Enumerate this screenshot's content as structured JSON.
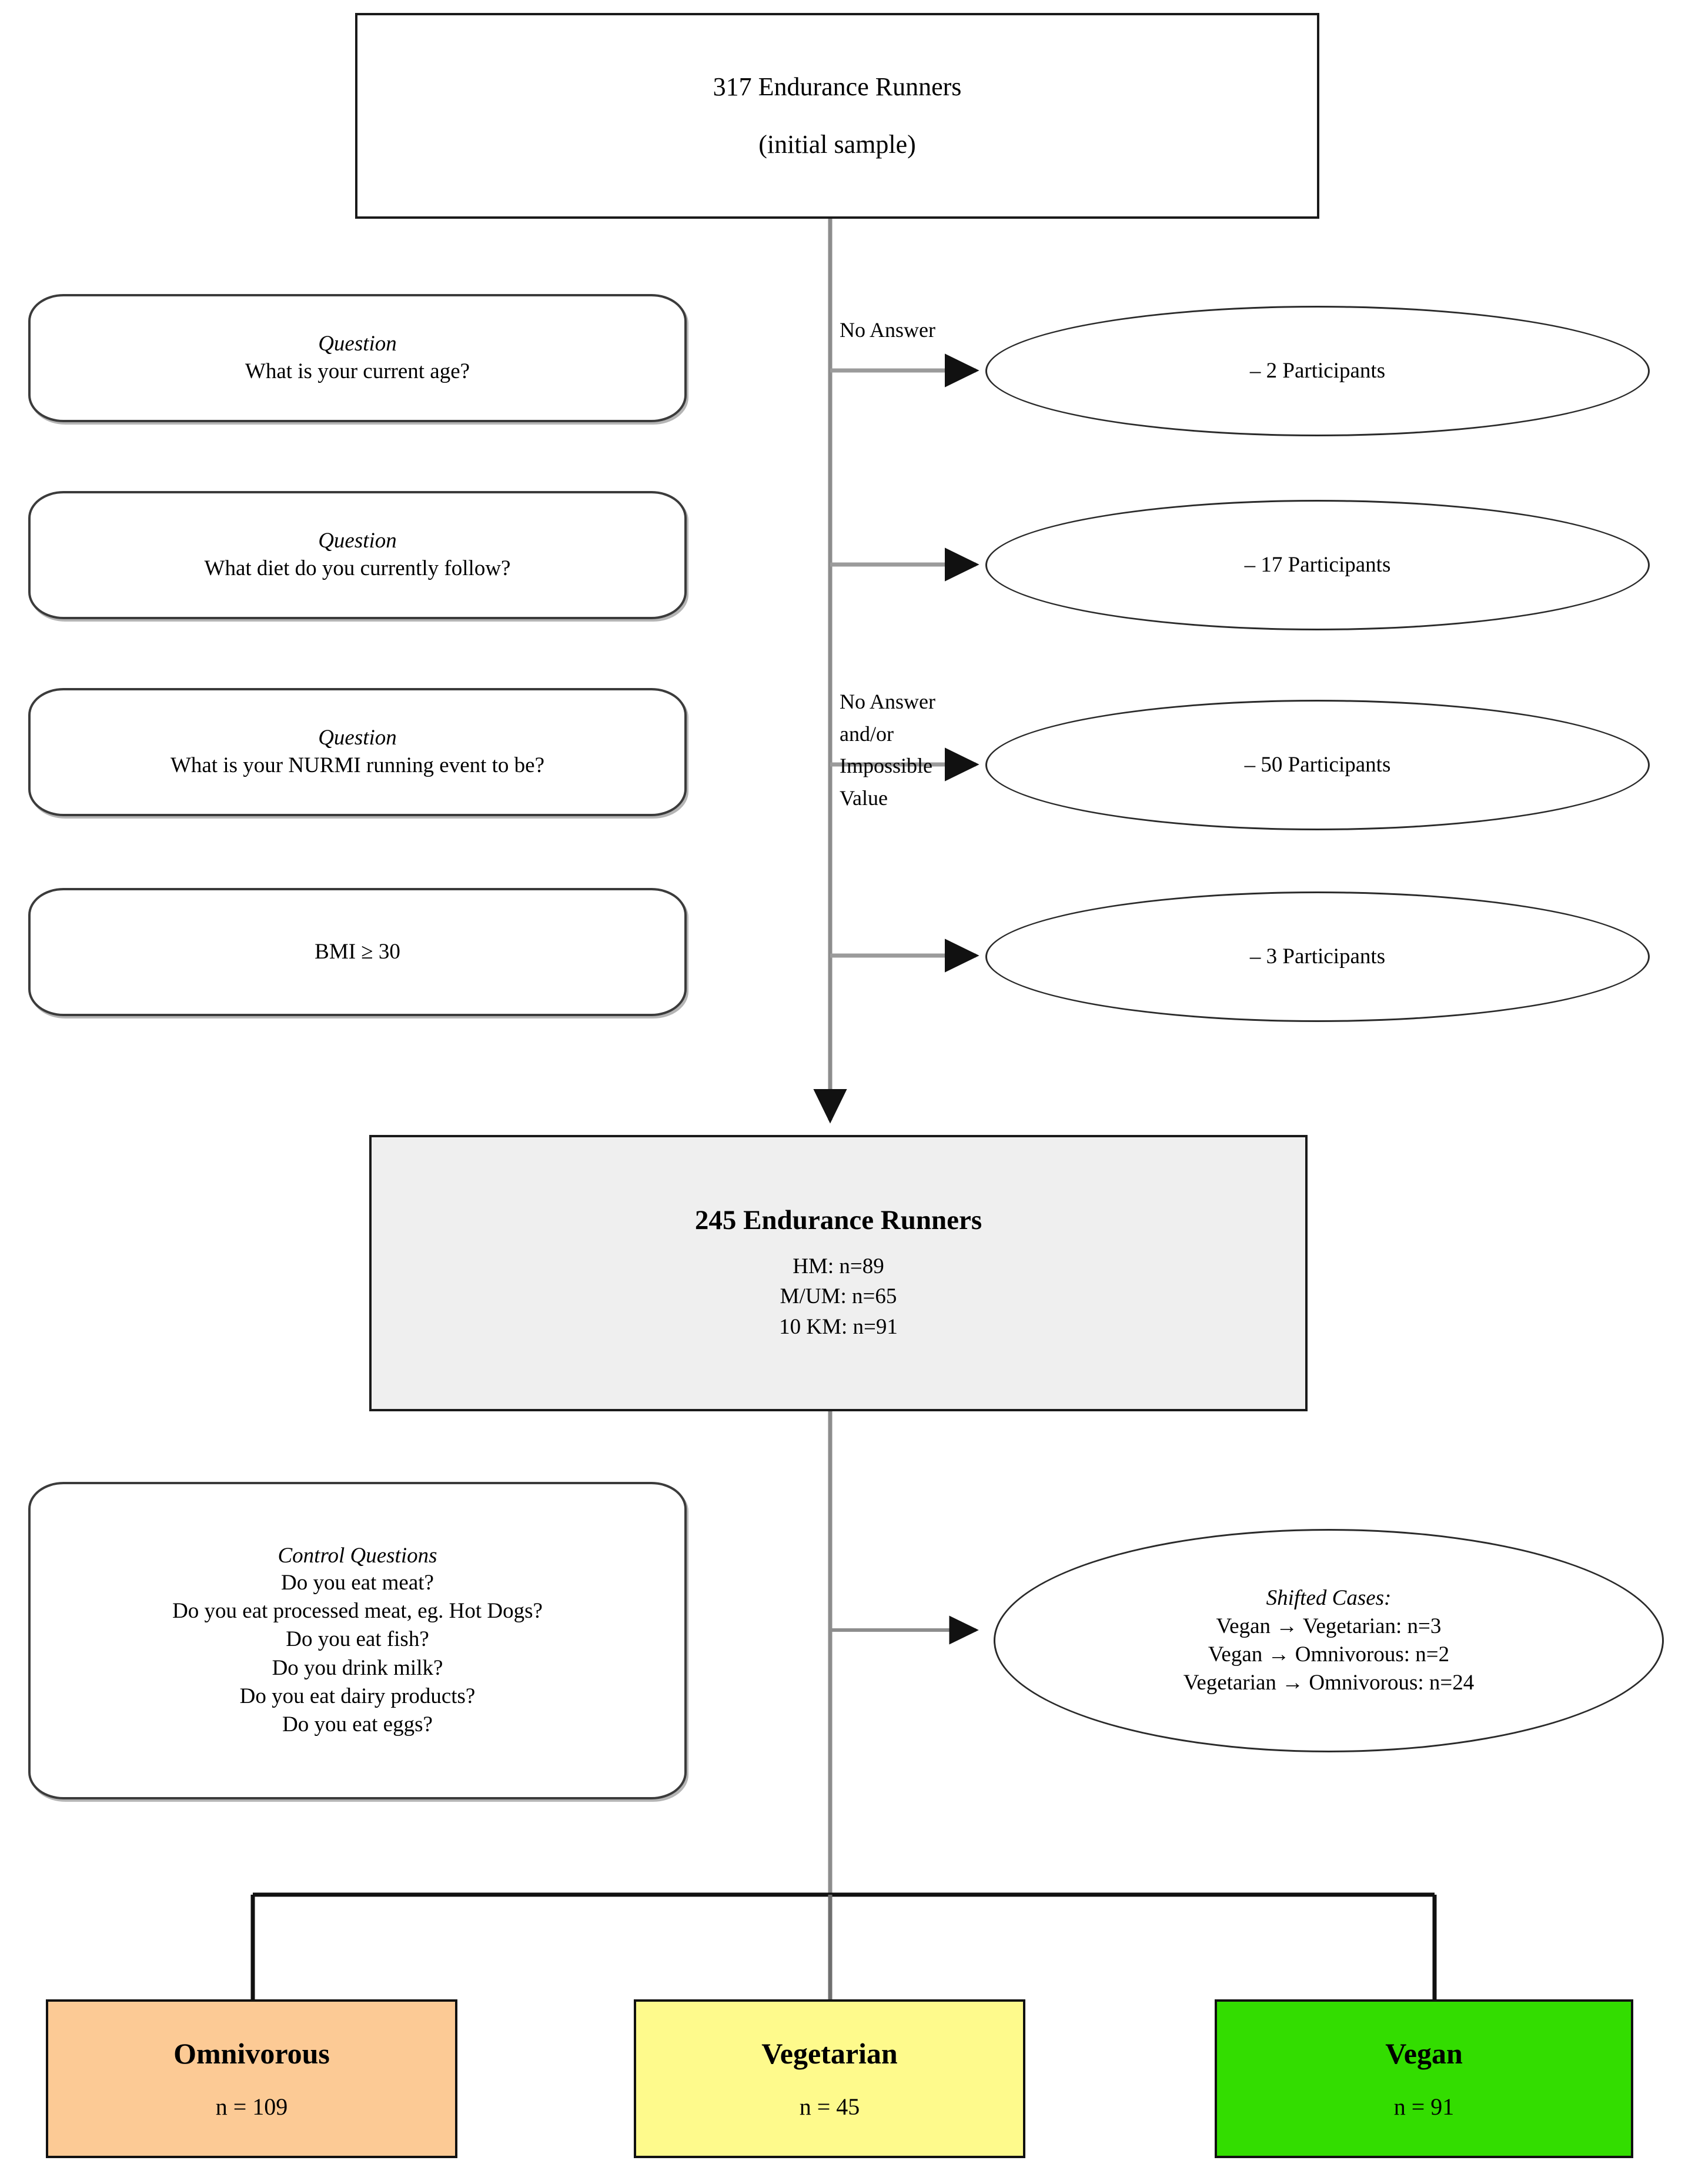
{
  "diagram": {
    "title_node": {
      "line1": "317 Endurance Runners",
      "line2": "(initial sample)"
    },
    "exclusion_steps": [
      {
        "question_label": "Question",
        "question_text": "What is your current age?",
        "edge_label": "No Answer",
        "result": "– 2 Participants"
      },
      {
        "question_label": "Question",
        "question_text": "What diet do you currently follow?",
        "edge_label": "",
        "result": "– 17 Participants"
      },
      {
        "question_label": "Question",
        "question_text": "What is your NURMI running event to be?",
        "edge_label": "No Answer\nand/or\nImpossible\nValue",
        "result": "– 50 Participants"
      },
      {
        "question_label": "",
        "question_text": "BMI ≥ 30",
        "edge_label": "",
        "result": "– 3 Participants"
      }
    ],
    "summary_node": {
      "title": "245 Endurance Runners",
      "breakdown": [
        "HM: n=89",
        "M/UM: n=65",
        "10 KM: n=91"
      ]
    },
    "control_node": {
      "label": "Control Questions",
      "questions": [
        "Do you eat meat?",
        "Do you eat processed meat, eg. Hot Dogs?",
        "Do you eat fish?",
        "Do you drink milk?",
        "Do you eat dairy products?",
        "Do you eat eggs?"
      ]
    },
    "shifted_node": {
      "label": "Shifted Cases:",
      "rows": [
        "Vegan → Vegetarian: n=3",
        "Vegan → Omnivorous: n=2",
        "Vegetarian → Omnivorous: n=24"
      ]
    },
    "outcomes": [
      {
        "name": "Omnivorous",
        "count": "n = 109",
        "color": "#FCCA95"
      },
      {
        "name": "Vegetarian",
        "count": "n = 45",
        "color": "#FEFA8C"
      },
      {
        "name": "Vegan",
        "count": "n = 91",
        "color": "#33DD00"
      }
    ]
  },
  "chart_data": {
    "type": "diagram",
    "title": "Participant flow diagram (CONSORT-style)",
    "initial_n": 317,
    "exclusions": [
      {
        "reason": "What is your current age?",
        "criterion": "No Answer",
        "n": 2
      },
      {
        "reason": "What diet do you currently follow?",
        "criterion": "",
        "n": 17
      },
      {
        "reason": "What is your NURMI running event to be?",
        "criterion": "No Answer and/or Impossible Value",
        "n": 50
      },
      {
        "reason": "BMI ≥ 30",
        "criterion": "",
        "n": 3
      }
    ],
    "analysed_n": 245,
    "race_distribution": {
      "HM": 89,
      "M/UM": 65,
      "10 KM": 91
    },
    "shifted_cases": [
      {
        "from": "Vegan",
        "to": "Vegetarian",
        "n": 3
      },
      {
        "from": "Vegan",
        "to": "Omnivorous",
        "n": 2
      },
      {
        "from": "Vegetarian",
        "to": "Omnivorous",
        "n": 24
      }
    ],
    "final_groups": {
      "Omnivorous": 109,
      "Vegetarian": 45,
      "Vegan": 91
    }
  }
}
